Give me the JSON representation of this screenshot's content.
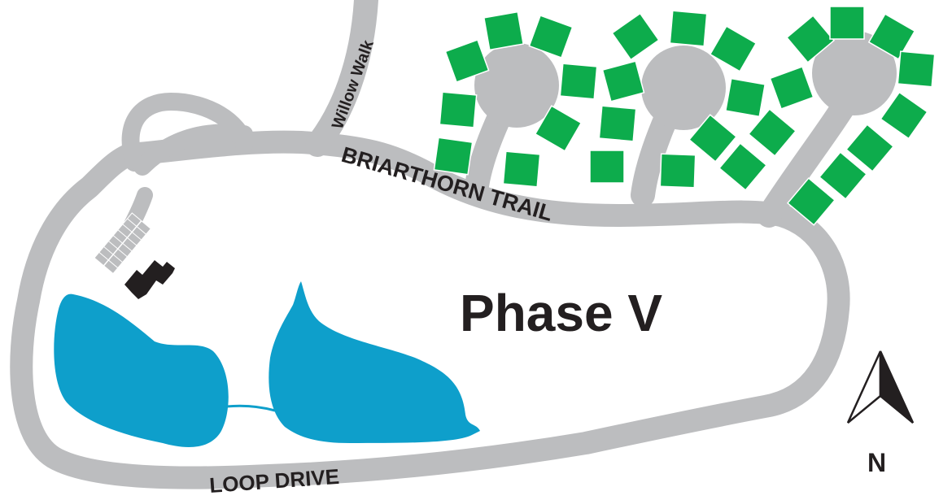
{
  "map": {
    "phase_label": "Phase V",
    "streets": {
      "briarthorn_trail": "BRIARTHORN TRAIL",
      "loop_drive": "LOOP DRIVE",
      "willow_walk": "Willow Walk"
    },
    "compass": {
      "north_label": "N",
      "icon": "north-arrow-icon"
    },
    "colors": {
      "road": "#bcbdbf",
      "lot": "#0dac4c",
      "pond": "#0e9fcb",
      "building": "#231f20",
      "text": "#231f20"
    }
  }
}
